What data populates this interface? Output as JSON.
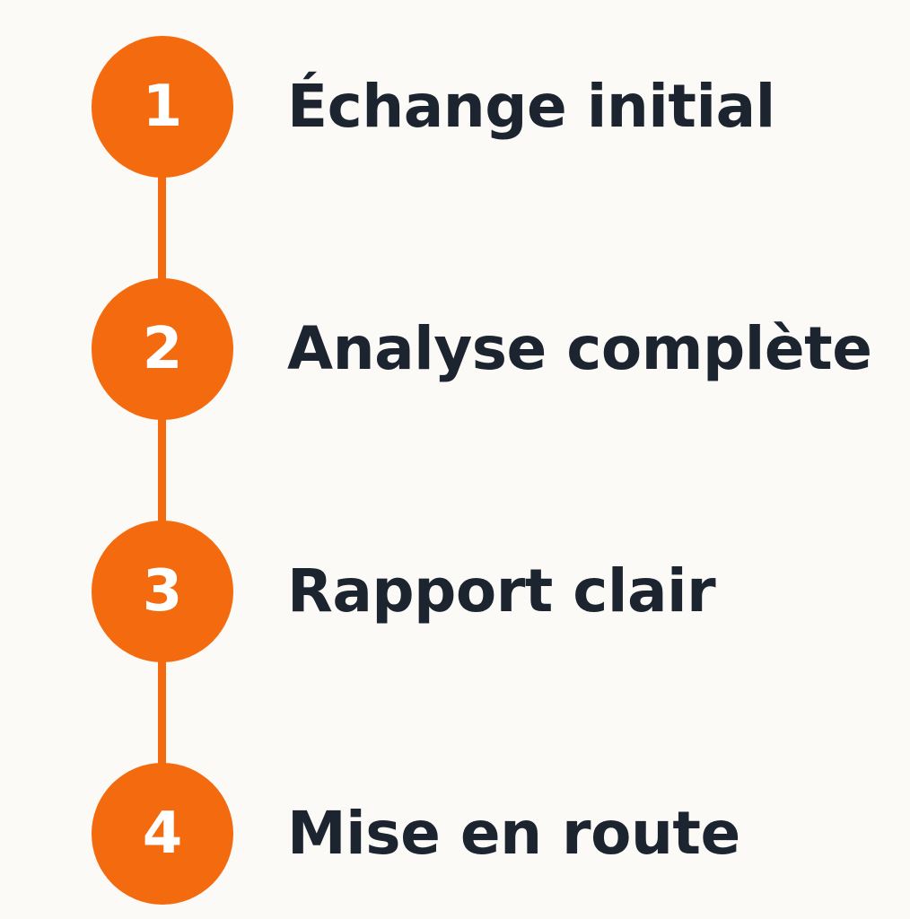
{
  "steps": [
    {
      "number": "1",
      "label": "Échange initial"
    },
    {
      "number": "2",
      "label": "Analyse complète"
    },
    {
      "number": "3",
      "label": "Rapport clair"
    },
    {
      "number": "4",
      "label": "Mise en route"
    }
  ],
  "colors": {
    "accent": "#f46a0e",
    "text": "#1c2430",
    "background": "#fcfaf6",
    "number_text": "#ffffff"
  }
}
